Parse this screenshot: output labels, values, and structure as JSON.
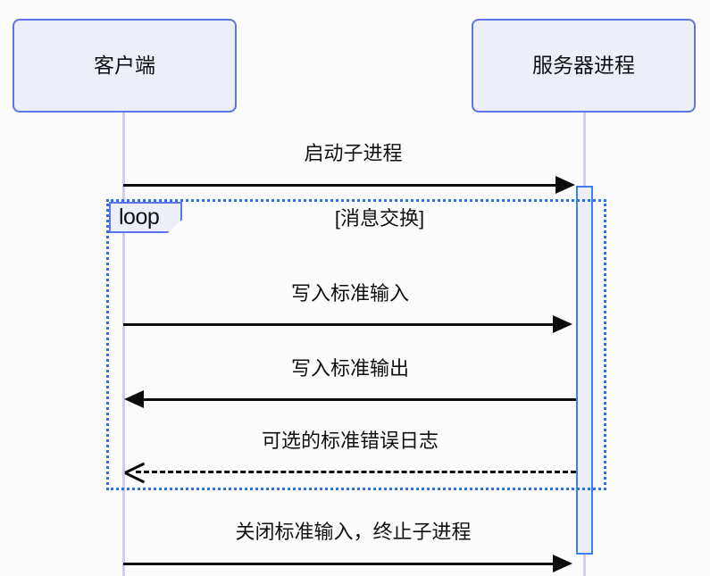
{
  "diagram": {
    "type": "sequence-diagram",
    "background_color": "#fcfcfc",
    "participants": [
      {
        "id": "client",
        "label": "客户端"
      },
      {
        "id": "server",
        "label": "服务器进程"
      }
    ],
    "fragment": {
      "kind": "loop",
      "kind_label": "loop",
      "condition_label": "[消息交换]"
    },
    "messages": [
      {
        "index": 0,
        "label": "启动子进程",
        "from": "client",
        "to": "server",
        "line": "solid",
        "arrow": "filled",
        "direction": "right",
        "inside_loop": false
      },
      {
        "index": 1,
        "label": "写入标准输入",
        "from": "client",
        "to": "server",
        "line": "solid",
        "arrow": "filled",
        "direction": "right",
        "inside_loop": true
      },
      {
        "index": 2,
        "label": "写入标准输出",
        "from": "server",
        "to": "client",
        "line": "solid",
        "arrow": "filled",
        "direction": "left",
        "inside_loop": true
      },
      {
        "index": 3,
        "label": "可选的标准错误日志",
        "from": "server",
        "to": "client",
        "line": "dashed",
        "arrow": "open",
        "direction": "left",
        "inside_loop": true
      },
      {
        "index": 4,
        "label": "关闭标准输入，终止子进程",
        "from": "client",
        "to": "server",
        "line": "solid",
        "arrow": "filled",
        "direction": "right",
        "inside_loop": false
      }
    ],
    "colors": {
      "participant_fill": "#eceff8",
      "participant_border": "#5c74e8",
      "lifeline": "#d8c9ef",
      "activation_fill": "#eceff8",
      "activation_border": "#3d7ff5",
      "fragment_border": "#2f6fe4",
      "message_line": "#0c0c0c",
      "text": "#101010"
    }
  }
}
